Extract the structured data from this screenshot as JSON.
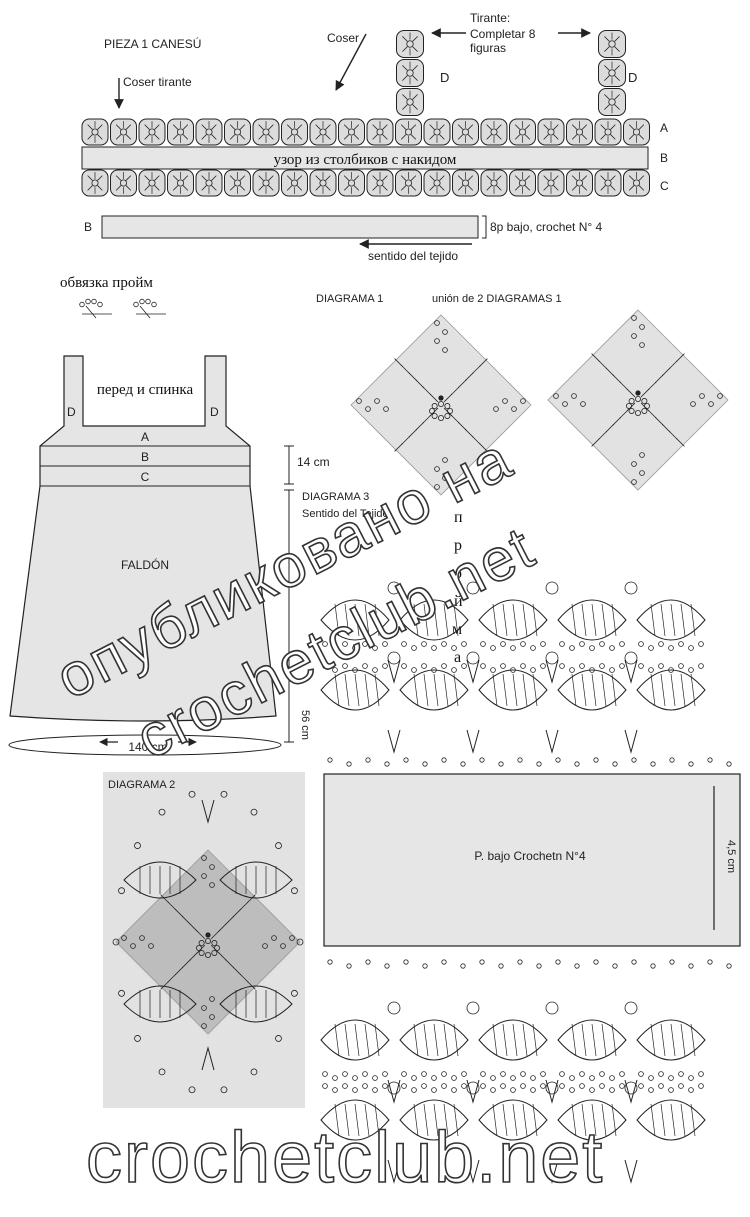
{
  "top": {
    "title": "PIEZA 1 CANESÚ",
    "sew_strap": "Coser tirante",
    "sew": "Coser",
    "strap_lines": [
      "Tirante:",
      "Completar 8",
      "figuras"
    ],
    "label_d": "D",
    "row_a": "A",
    "row_b": "B",
    "row_c": "C",
    "band_text": "узор из столбиков с накидом",
    "b_left": "B",
    "b_note": "8p bajo, crochet N° 4",
    "direction": "sentido del tejido"
  },
  "edging": {
    "label": "обвязка пройм"
  },
  "body": {
    "title": "перед и спинка",
    "d": "D",
    "a": "A",
    "b": "B",
    "c": "C",
    "skirt": "FALDÓN",
    "yoke_height": "14 cm",
    "skirt_height": "56 cm",
    "hem_width": "140 cm"
  },
  "diagrams": {
    "d1": "DIAGRAMA 1",
    "join": "unión de 2 DIAGRAMAS 1",
    "d3": "DIAGRAMA 3",
    "d3_sub": "Sentido del Tejido",
    "d2": "DIAGRAMA 2",
    "band_label": "P. bajo Crochetn N°4",
    "band_height": "4,5 cm",
    "vertical_word": [
      "п",
      "р",
      "о",
      "й",
      "м",
      "а"
    ]
  },
  "watermark": {
    "line1": "опубликовано на",
    "line2": "crochetclub.net",
    "bottom": "crochetclub.net"
  },
  "colors": {
    "ink": "#222222",
    "motif_fill": "#e2e2e2",
    "motif_dark": "#bdbdbd",
    "band_fill": "#e6e6e6",
    "page": "#ffffff"
  }
}
